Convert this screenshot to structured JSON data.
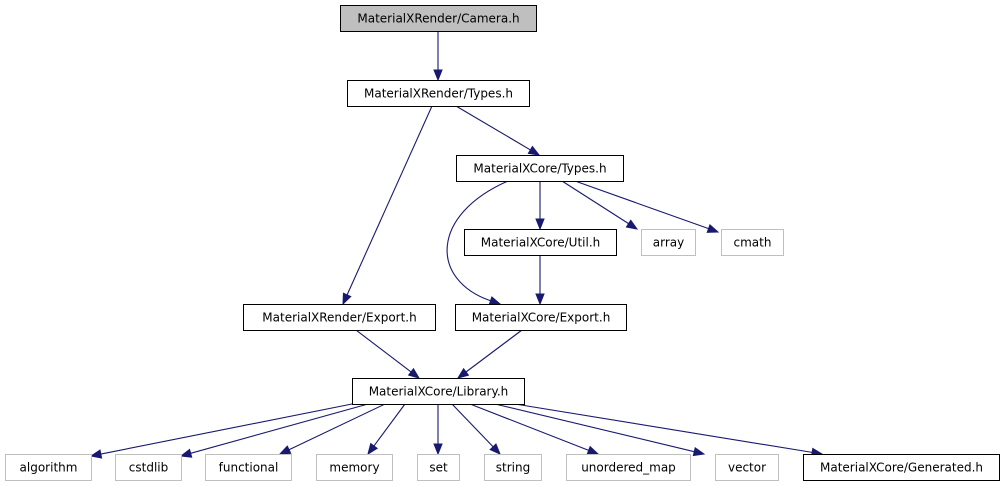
{
  "diagram": {
    "type": "include-dependency-graph",
    "colors": {
      "edge": "#191970",
      "root_fill": "#bfbfbf",
      "root_border": "#000000",
      "project_border": "#000000",
      "external_border": "#bfbfbf",
      "node_fill": "#ffffff"
    },
    "nodes": [
      {
        "id": "camera",
        "label": "MaterialXRender/Camera.h",
        "kind": "root"
      },
      {
        "id": "render_types",
        "label": "MaterialXRender/Types.h",
        "kind": "project"
      },
      {
        "id": "core_types",
        "label": "MaterialXCore/Types.h",
        "kind": "project"
      },
      {
        "id": "core_util",
        "label": "MaterialXCore/Util.h",
        "kind": "project"
      },
      {
        "id": "array",
        "label": "array",
        "kind": "external"
      },
      {
        "id": "cmath",
        "label": "cmath",
        "kind": "external"
      },
      {
        "id": "render_export",
        "label": "MaterialXRender/Export.h",
        "kind": "project"
      },
      {
        "id": "core_export",
        "label": "MaterialXCore/Export.h",
        "kind": "project"
      },
      {
        "id": "core_library",
        "label": "MaterialXCore/Library.h",
        "kind": "project"
      },
      {
        "id": "algorithm",
        "label": "algorithm",
        "kind": "external"
      },
      {
        "id": "cstdlib",
        "label": "cstdlib",
        "kind": "external"
      },
      {
        "id": "functional",
        "label": "functional",
        "kind": "external"
      },
      {
        "id": "memory",
        "label": "memory",
        "kind": "external"
      },
      {
        "id": "set",
        "label": "set",
        "kind": "external"
      },
      {
        "id": "string",
        "label": "string",
        "kind": "external"
      },
      {
        "id": "unordered_map",
        "label": "unordered_map",
        "kind": "external"
      },
      {
        "id": "vector",
        "label": "vector",
        "kind": "external"
      },
      {
        "id": "core_generated",
        "label": "MaterialXCore/Generated.h",
        "kind": "project"
      }
    ],
    "edges": [
      {
        "from": "camera",
        "to": "render_types"
      },
      {
        "from": "render_types",
        "to": "render_export"
      },
      {
        "from": "render_types",
        "to": "core_types"
      },
      {
        "from": "core_types",
        "to": "core_export"
      },
      {
        "from": "core_types",
        "to": "core_util"
      },
      {
        "from": "core_types",
        "to": "array"
      },
      {
        "from": "core_types",
        "to": "cmath"
      },
      {
        "from": "core_util",
        "to": "core_export"
      },
      {
        "from": "render_export",
        "to": "core_library"
      },
      {
        "from": "core_export",
        "to": "core_library"
      },
      {
        "from": "core_library",
        "to": "algorithm"
      },
      {
        "from": "core_library",
        "to": "cstdlib"
      },
      {
        "from": "core_library",
        "to": "functional"
      },
      {
        "from": "core_library",
        "to": "memory"
      },
      {
        "from": "core_library",
        "to": "set"
      },
      {
        "from": "core_library",
        "to": "string"
      },
      {
        "from": "core_library",
        "to": "unordered_map"
      },
      {
        "from": "core_library",
        "to": "vector"
      },
      {
        "from": "core_library",
        "to": "core_generated"
      }
    ]
  }
}
